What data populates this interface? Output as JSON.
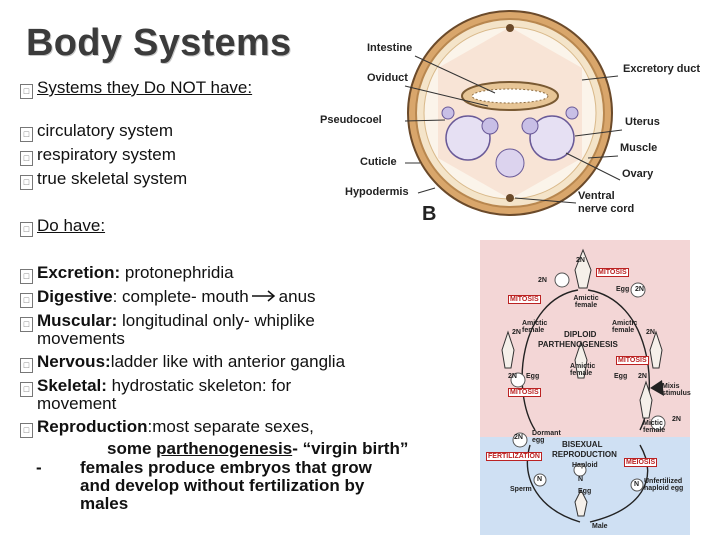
{
  "title": "Body Systems",
  "not_have_heading": "Systems they Do NOT have:",
  "not_have": [
    "circulatory system",
    "respiratory system",
    "true skeletal system"
  ],
  "do_have_heading": "Do have:",
  "items": [
    {
      "term": "Excretion:",
      "text": " protonephridia"
    },
    {
      "term": "Digestive",
      "text": ": complete- mouth"
    },
    {
      "term": "Muscular:",
      "text": " longitudinal only- whiplike"
    },
    {
      "term": "Nervous:",
      "text": "ladder like with anterior ganglia"
    },
    {
      "term": "Skeletal:",
      "text": " hydrostatic skeleton: for"
    },
    {
      "term": "Reproduction",
      "text": ":most separate sexes,"
    }
  ],
  "digestive_end": "anus",
  "muscular_cont": "movements",
  "skeletal_cont": "movement",
  "repro_line2_prefix": "some ",
  "repro_line2_term": "parthenogenesis",
  "repro_line2_suffix": "- “virgin birth”",
  "repro_dash": "-",
  "repro_lines": [
    "females produce embryos that grow",
    "and develop without fertilization by",
    "males"
  ],
  "cross_section": {
    "labels": [
      "Intestine",
      "Oviduct",
      "Pseudocoel",
      "Cuticle",
      "Hypodermis",
      "Excretory duct",
      "Uterus",
      "Muscle",
      "Ovary",
      "Ventral",
      "nerve cord",
      "B"
    ]
  },
  "life_cycle": {
    "labels": [
      "2N",
      "MITOSIS",
      "2N",
      "Egg",
      "2N",
      "MITOSIS",
      "Amictic female",
      "Amictic female",
      "2N",
      "Amictic female",
      "2N",
      "DIPLOID",
      "PARTHENOGENESIS",
      "2N",
      "Egg",
      "Amictic female",
      "MITOSIS",
      "2N",
      "Egg",
      "MITOSIS",
      "Mixis stimulus",
      "2N",
      "Mictic female",
      "2N",
      "Dormant egg",
      "BISEXUAL",
      "REPRODUCTION",
      "FERTILIZATION",
      "Haploid",
      "MEIOSIS",
      "N",
      "N",
      "Sperm",
      "Egg",
      "Unfertilized haploid egg",
      "N",
      "Male"
    ],
    "top_color": "#f3d6d6",
    "bottom_color": "#cfe0f3"
  }
}
